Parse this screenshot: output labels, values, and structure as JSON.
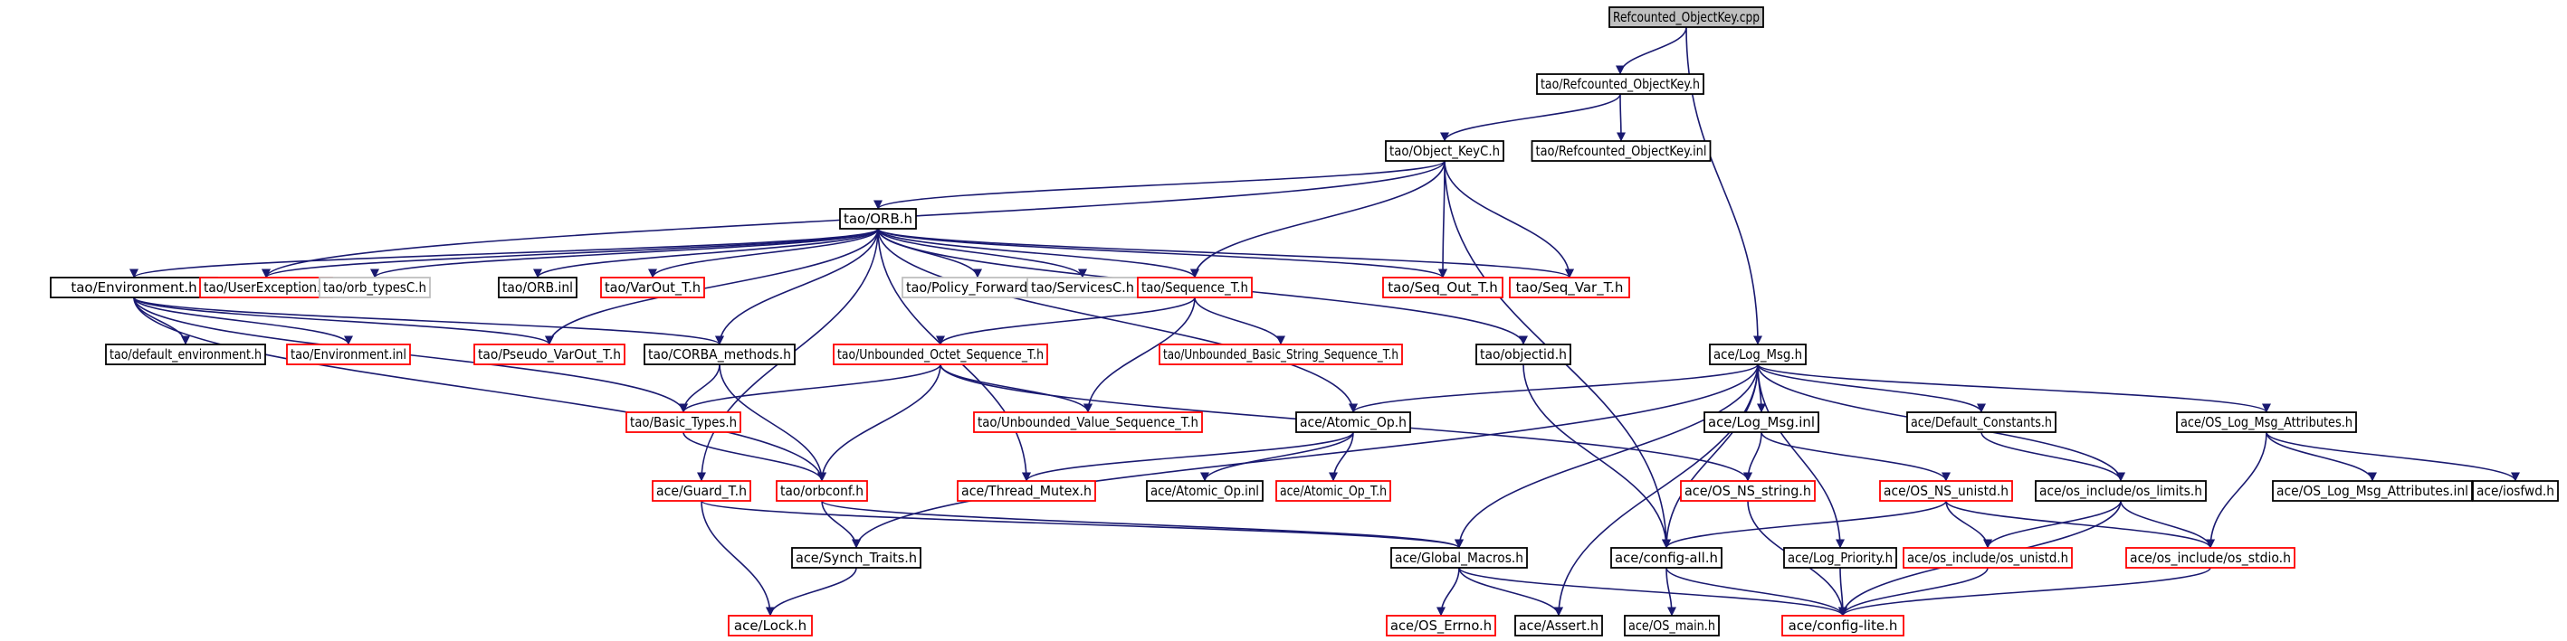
{
  "colors": {
    "edge": "#191970",
    "root_fill": "#bfbfbf",
    "border_black": "#000000",
    "border_red": "#ff0000",
    "border_gray": "#bfbfbf"
  },
  "nodes": [
    {
      "id": "root",
      "label": "Refcounted_ObjectKey.cpp",
      "style": "root"
    },
    {
      "id": "tao_refkey_h",
      "label": "tao/Refcounted_ObjectKey.h",
      "style": "black"
    },
    {
      "id": "tao_refkey_inl",
      "label": "tao/Refcounted_ObjectKey.inl",
      "style": "black"
    },
    {
      "id": "object_keyc",
      "label": "tao/Object_KeyC.h",
      "style": "black"
    },
    {
      "id": "orb_h",
      "label": "tao/ORB.h",
      "style": "black"
    },
    {
      "id": "environment_h",
      "label": "tao/Environment.h",
      "style": "black"
    },
    {
      "id": "userexception",
      "label": "tao/UserException.h",
      "style": "red"
    },
    {
      "id": "orb_typesc",
      "label": "tao/orb_typesC.h",
      "style": "gray"
    },
    {
      "id": "orb_inl",
      "label": "tao/ORB.inl",
      "style": "black"
    },
    {
      "id": "varout",
      "label": "tao/VarOut_T.h",
      "style": "red"
    },
    {
      "id": "policy_forward",
      "label": "tao/Policy_ForwardC.h",
      "style": "gray"
    },
    {
      "id": "servicesc",
      "label": "tao/ServicesC.h",
      "style": "gray"
    },
    {
      "id": "sequence_t",
      "label": "tao/Sequence_T.h",
      "style": "red"
    },
    {
      "id": "seq_out",
      "label": "tao/Seq_Out_T.h",
      "style": "red"
    },
    {
      "id": "seq_var",
      "label": "tao/Seq_Var_T.h",
      "style": "red"
    },
    {
      "id": "default_env",
      "label": "tao/default_environment.h",
      "style": "black"
    },
    {
      "id": "env_inl",
      "label": "tao/Environment.inl",
      "style": "red"
    },
    {
      "id": "pseudo_varout",
      "label": "tao/Pseudo_VarOut_T.h",
      "style": "red"
    },
    {
      "id": "corba_methods",
      "label": "tao/CORBA_methods.h",
      "style": "black"
    },
    {
      "id": "unb_octet",
      "label": "tao/Unbounded_Octet_Sequence_T.h",
      "style": "red"
    },
    {
      "id": "unb_basic_string",
      "label": "tao/Unbounded_Basic_String_Sequence_T.h",
      "style": "red"
    },
    {
      "id": "objectid",
      "label": "tao/objectid.h",
      "style": "black"
    },
    {
      "id": "log_msg",
      "label": "ace/Log_Msg.h",
      "style": "black"
    },
    {
      "id": "basic_types",
      "label": "tao/Basic_Types.h",
      "style": "red"
    },
    {
      "id": "unb_value",
      "label": "tao/Unbounded_Value_Sequence_T.h",
      "style": "red"
    },
    {
      "id": "atomic_op",
      "label": "ace/Atomic_Op.h",
      "style": "black"
    },
    {
      "id": "log_msg_inl",
      "label": "ace/Log_Msg.inl",
      "style": "black"
    },
    {
      "id": "default_constants",
      "label": "ace/Default_Constants.h",
      "style": "black"
    },
    {
      "id": "os_log_msg_attr",
      "label": "ace/OS_Log_Msg_Attributes.h",
      "style": "black"
    },
    {
      "id": "guard_t",
      "label": "ace/Guard_T.h",
      "style": "red"
    },
    {
      "id": "orbconf",
      "label": "tao/orbconf.h",
      "style": "red"
    },
    {
      "id": "thread_mutex",
      "label": "ace/Thread_Mutex.h",
      "style": "red"
    },
    {
      "id": "atomic_op_inl",
      "label": "ace/Atomic_Op.inl",
      "style": "black"
    },
    {
      "id": "atomic_op_t",
      "label": "ace/Atomic_Op_T.h",
      "style": "red"
    },
    {
      "id": "os_ns_string",
      "label": "ace/OS_NS_string.h",
      "style": "red"
    },
    {
      "id": "os_ns_unistd",
      "label": "ace/OS_NS_unistd.h",
      "style": "red"
    },
    {
      "id": "os_limits",
      "label": "ace/os_include/os_limits.h",
      "style": "black"
    },
    {
      "id": "os_log_msg_attr_inl",
      "label": "ace/OS_Log_Msg_Attributes.inl",
      "style": "black"
    },
    {
      "id": "iosfwd",
      "label": "ace/iosfwd.h",
      "style": "black"
    },
    {
      "id": "synch_traits",
      "label": "ace/Synch_Traits.h",
      "style": "black"
    },
    {
      "id": "global_macros",
      "label": "ace/Global_Macros.h",
      "style": "black"
    },
    {
      "id": "config_all",
      "label": "ace/config-all.h",
      "style": "black"
    },
    {
      "id": "log_priority",
      "label": "ace/Log_Priority.h",
      "style": "black"
    },
    {
      "id": "os_unistd",
      "label": "ace/os_include/os_unistd.h",
      "style": "red"
    },
    {
      "id": "os_stdio",
      "label": "ace/os_include/os_stdio.h",
      "style": "red"
    },
    {
      "id": "lock_h",
      "label": "ace/Lock.h",
      "style": "red"
    },
    {
      "id": "os_errno",
      "label": "ace/OS_Errno.h",
      "style": "red"
    },
    {
      "id": "assert_h",
      "label": "ace/Assert.h",
      "style": "black"
    },
    {
      "id": "os_main",
      "label": "ace/OS_main.h",
      "style": "black"
    },
    {
      "id": "config_lite",
      "label": "ace/config-lite.h",
      "style": "red"
    }
  ],
  "edges": [
    [
      "root",
      "tao_refkey_h"
    ],
    [
      "root",
      "log_msg"
    ],
    [
      "tao_refkey_h",
      "object_keyc"
    ],
    [
      "tao_refkey_h",
      "tao_refkey_inl"
    ],
    [
      "object_keyc",
      "orb_h"
    ],
    [
      "object_keyc",
      "userexception"
    ],
    [
      "object_keyc",
      "sequence_t"
    ],
    [
      "object_keyc",
      "seq_out"
    ],
    [
      "object_keyc",
      "seq_var"
    ],
    [
      "object_keyc",
      "config_all"
    ],
    [
      "orb_h",
      "environment_h"
    ],
    [
      "orb_h",
      "userexception"
    ],
    [
      "orb_h",
      "orb_typesc"
    ],
    [
      "orb_h",
      "orb_inl"
    ],
    [
      "orb_h",
      "varout"
    ],
    [
      "orb_h",
      "policy_forward"
    ],
    [
      "orb_h",
      "servicesc"
    ],
    [
      "orb_h",
      "sequence_t"
    ],
    [
      "orb_h",
      "seq_out"
    ],
    [
      "orb_h",
      "seq_var"
    ],
    [
      "orb_h",
      "objectid"
    ],
    [
      "orb_h",
      "corba_methods"
    ],
    [
      "orb_h",
      "pseudo_varout"
    ],
    [
      "orb_h",
      "atomic_op"
    ],
    [
      "orb_h",
      "thread_mutex"
    ],
    [
      "orb_h",
      "guard_t"
    ],
    [
      "environment_h",
      "default_env"
    ],
    [
      "environment_h",
      "env_inl"
    ],
    [
      "environment_h",
      "pseudo_varout"
    ],
    [
      "environment_h",
      "corba_methods"
    ],
    [
      "environment_h",
      "basic_types"
    ],
    [
      "environment_h",
      "orbconf"
    ],
    [
      "sequence_t",
      "unb_octet"
    ],
    [
      "sequence_t",
      "unb_basic_string"
    ],
    [
      "sequence_t",
      "unb_value"
    ],
    [
      "corba_methods",
      "basic_types"
    ],
    [
      "corba_methods",
      "orbconf"
    ],
    [
      "unb_octet",
      "basic_types"
    ],
    [
      "unb_octet",
      "unb_value"
    ],
    [
      "unb_octet",
      "orbconf"
    ],
    [
      "unb_octet",
      "os_ns_string"
    ],
    [
      "basic_types",
      "orbconf"
    ],
    [
      "objectid",
      "config_all"
    ],
    [
      "log_msg",
      "atomic_op"
    ],
    [
      "log_msg",
      "log_msg_inl"
    ],
    [
      "log_msg",
      "default_constants"
    ],
    [
      "log_msg",
      "os_log_msg_attr"
    ],
    [
      "log_msg",
      "os_limits"
    ],
    [
      "log_msg",
      "log_priority"
    ],
    [
      "log_msg",
      "config_all"
    ],
    [
      "log_msg",
      "global_macros"
    ],
    [
      "log_msg",
      "assert_h"
    ],
    [
      "log_msg",
      "synch_traits"
    ],
    [
      "atomic_op",
      "thread_mutex"
    ],
    [
      "atomic_op",
      "atomic_op_inl"
    ],
    [
      "atomic_op",
      "atomic_op_t"
    ],
    [
      "log_msg_inl",
      "os_ns_string"
    ],
    [
      "log_msg_inl",
      "os_ns_unistd"
    ],
    [
      "default_constants",
      "os_limits"
    ],
    [
      "os_log_msg_attr",
      "os_log_msg_attr_inl"
    ],
    [
      "os_log_msg_attr",
      "iosfwd"
    ],
    [
      "os_log_msg_attr",
      "os_stdio"
    ],
    [
      "guard_t",
      "lock_h"
    ],
    [
      "guard_t",
      "global_macros"
    ],
    [
      "orbconf",
      "synch_traits"
    ],
    [
      "orbconf",
      "global_macros"
    ],
    [
      "os_ns_string",
      "config_lite"
    ],
    [
      "os_ns_unistd",
      "config_all"
    ],
    [
      "os_ns_unistd",
      "os_unistd"
    ],
    [
      "os_ns_unistd",
      "os_stdio"
    ],
    [
      "os_limits",
      "os_unistd"
    ],
    [
      "os_limits",
      "os_stdio"
    ],
    [
      "os_limits",
      "config_lite"
    ],
    [
      "synch_traits",
      "lock_h"
    ],
    [
      "global_macros",
      "os_errno"
    ],
    [
      "global_macros",
      "assert_h"
    ],
    [
      "global_macros",
      "config_lite"
    ],
    [
      "config_all",
      "os_main"
    ],
    [
      "config_all",
      "config_lite"
    ],
    [
      "log_priority",
      "config_lite"
    ],
    [
      "os_unistd",
      "config_lite"
    ],
    [
      "os_stdio",
      "config_lite"
    ]
  ]
}
